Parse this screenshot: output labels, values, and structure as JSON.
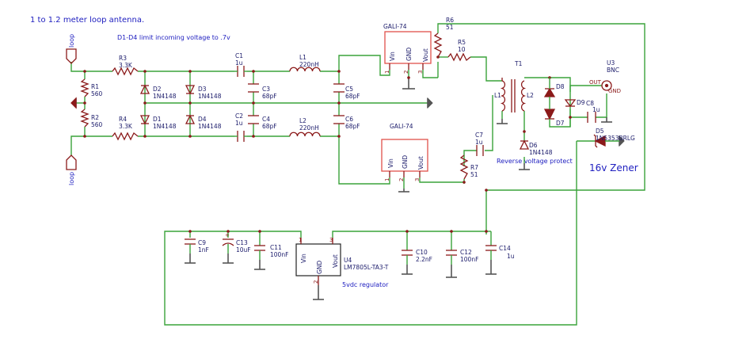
{
  "notes": {
    "title": "1 to 1.2 meter loop antenna.",
    "limit_note": "D1-D4 limit incoming voltage to .7v",
    "regulator_note": "5vdc regulator",
    "reverse_note": "Reverse voltage protect",
    "zener_note": "16v Zener"
  },
  "colors": {
    "wire": "#3aa33a",
    "component": "#8b1a1a",
    "text": "#2020c0",
    "ic_box": "#e0504a"
  },
  "connectors": [
    {
      "id": "J1",
      "label": "loop"
    },
    {
      "id": "J2",
      "label": "loop"
    }
  ],
  "components": {
    "R1": {
      "ref": "R1",
      "value": "560"
    },
    "R2": {
      "ref": "R2",
      "value": "560"
    },
    "R3": {
      "ref": "R3",
      "value": "3.3K"
    },
    "R4": {
      "ref": "R4",
      "value": "3.3K"
    },
    "R5": {
      "ref": "R5",
      "value": "10"
    },
    "R6": {
      "ref": "R6",
      "value": "51"
    },
    "R7": {
      "ref": "R7",
      "value": "51"
    },
    "D1": {
      "ref": "D1",
      "value": "1N4148"
    },
    "D2": {
      "ref": "D2",
      "value": "1N4148"
    },
    "D3": {
      "ref": "D3",
      "value": "1N4148"
    },
    "D4": {
      "ref": "D4",
      "value": "1N4148"
    },
    "D5": {
      "ref": "D5",
      "value": "1N5353BRLG"
    },
    "D6": {
      "ref": "D6",
      "value": "1N4148"
    },
    "D7": {
      "ref": "D7",
      "value": ""
    },
    "D8": {
      "ref": "D8",
      "value": ""
    },
    "D9": {
      "ref": "D9",
      "value": ""
    },
    "C1": {
      "ref": "C1",
      "value": "1u"
    },
    "C2": {
      "ref": "C2",
      "value": "1u"
    },
    "C3": {
      "ref": "C3",
      "value": "68pF"
    },
    "C4": {
      "ref": "C4",
      "value": "68pF"
    },
    "C5": {
      "ref": "C5",
      "value": "68pF"
    },
    "C6": {
      "ref": "C6",
      "value": "68pF"
    },
    "C7": {
      "ref": "C7",
      "value": "1u"
    },
    "C8": {
      "ref": "C8",
      "value": "1u"
    },
    "C9": {
      "ref": "C9",
      "value": "1nF"
    },
    "C10": {
      "ref": "C10",
      "value": "2.2nF"
    },
    "C11": {
      "ref": "C11",
      "value": "100nF"
    },
    "C12": {
      "ref": "C12",
      "value": "100nF"
    },
    "C13": {
      "ref": "C13",
      "value": "10uF"
    },
    "C14": {
      "ref": "C14",
      "value": "1u"
    },
    "L1": {
      "ref": "L1",
      "value": "220nH"
    },
    "L2": {
      "ref": "L2",
      "value": "220nH"
    },
    "T1": {
      "ref": "T1",
      "coil_1": "L1",
      "coil_2": "L2"
    },
    "U1": {
      "value": "GALI-74",
      "pin_in": "Vin",
      "pin_gnd": "GND",
      "pin_out": "Vout",
      "n1": "1",
      "n2": "2",
      "n3": "3"
    },
    "U2": {
      "value": "GALI-74",
      "pin_in": "Vin",
      "pin_gnd": "GND",
      "pin_out": "Vout",
      "n1": "1",
      "n2": "2",
      "n3": "3"
    },
    "U3": {
      "ref": "U3",
      "value": "BNC",
      "pin_out": "OUT",
      "pin_gnd": "GND"
    },
    "U4": {
      "ref": "U4",
      "value": "LM7805L-TA3-T",
      "pin_in": "Vin",
      "pin_gnd": "GND",
      "pin_out": "Vout",
      "n1": "1",
      "n2": "2",
      "n3": "3"
    }
  }
}
